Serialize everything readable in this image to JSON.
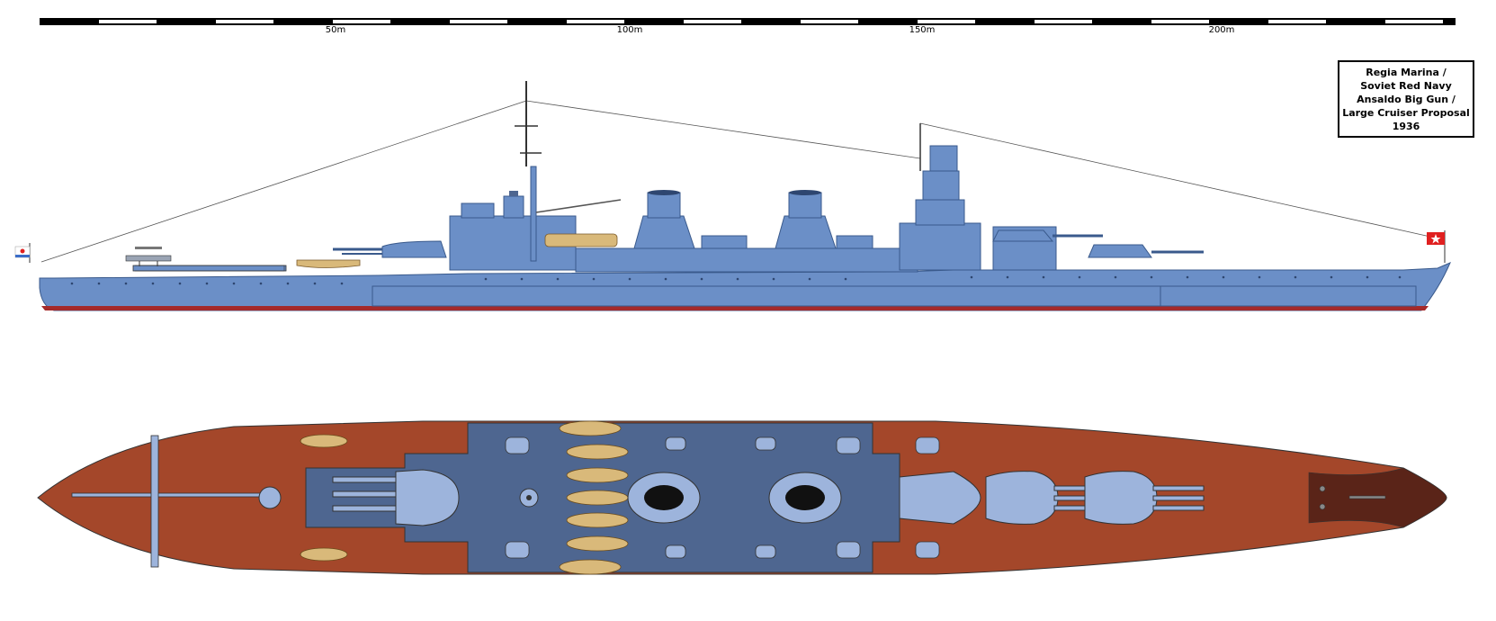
{
  "scale_bar": {
    "labels": [
      "50m",
      "100m",
      "150m",
      "200m"
    ]
  },
  "title_block": {
    "lines": [
      "Regia Marina /",
      "Soviet Red Navy",
      "Ansaldo Big Gun /",
      "Large Cruiser Proposal",
      "1936"
    ]
  },
  "colors": {
    "hull_blue": "#6b8fc7",
    "hull_outline": "#3a5a8c",
    "boot_top_red": "#a52a2a",
    "deck_wood": "#a4472a",
    "deck_steel": "#4e6690",
    "turret_light": "#9db4dc",
    "boat_tan": "#d9b97a",
    "flag_red": "#e02020"
  }
}
